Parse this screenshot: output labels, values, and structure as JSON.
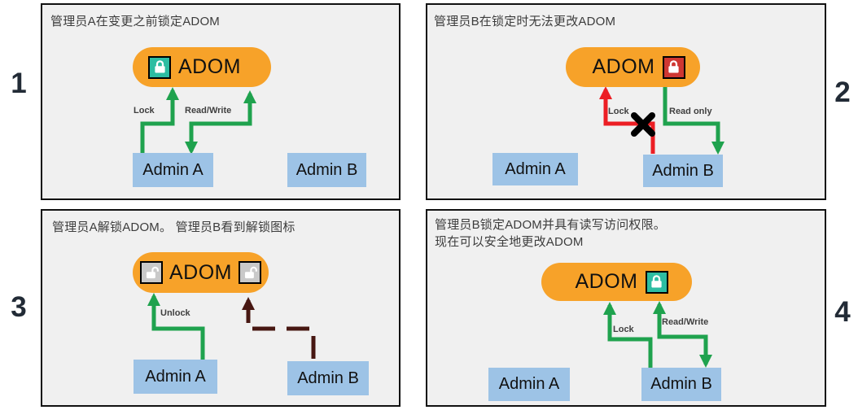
{
  "colors": {
    "panel_bg": "#F0F0F0",
    "panel_border": "#111111",
    "pill_orange": "#F7A229",
    "actor_blue": "#9DC3E6",
    "arrow_green": "#1FA24E",
    "arrow_red": "#EC1E24",
    "arrow_maroon": "#471712",
    "lock_teal": "#2DBDA2",
    "lock_red": "#CF3732",
    "lock_gray": "#C9C9C9",
    "step_number_color": "#222B36"
  },
  "panels": [
    {
      "number": "1",
      "title": "管理员A在变更之前锁定ADOM",
      "adom_label": "ADOM",
      "lock_state": "locked-by-admin-a",
      "arrows": {
        "lock": "Lock",
        "readwrite": "Read/Write"
      },
      "actors": {
        "a": "Admin A",
        "b": "Admin B"
      }
    },
    {
      "number": "2",
      "title": "管理员B在锁定时无法更改ADOM",
      "adom_label": "ADOM",
      "lock_state": "locked-blocked-for-admin-b",
      "arrows": {
        "lock": "Lock",
        "readonly": "Read only"
      },
      "actors": {
        "a": "Admin A",
        "b": "Admin B"
      }
    },
    {
      "number": "3",
      "title": "管理员A解锁ADOM。 管理员B看到解锁图标",
      "adom_label": "ADOM",
      "lock_state": "unlocked",
      "arrows": {
        "unlock": "Unlock"
      },
      "actors": {
        "a": "Admin A",
        "b": "Admin B"
      }
    },
    {
      "number": "4",
      "title_line1": "管理员B锁定ADOM并具有读写访问权限。",
      "title_line2": "现在可以安全地更改ADOM",
      "adom_label": "ADOM",
      "lock_state": "locked-by-admin-b",
      "arrows": {
        "lock": "Lock",
        "readwrite": "Read/Write"
      },
      "actors": {
        "a": "Admin A",
        "b": "Admin B"
      }
    }
  ]
}
